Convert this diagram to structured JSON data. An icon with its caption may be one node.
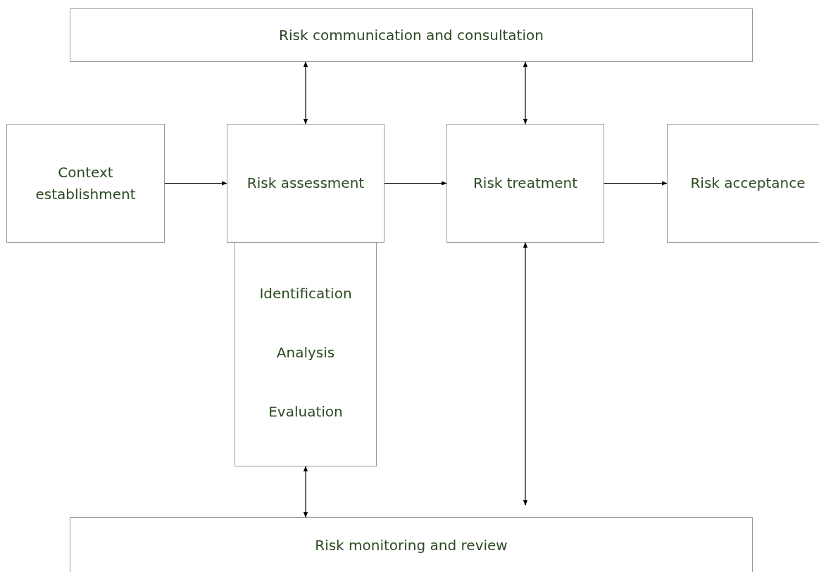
{
  "diagram": {
    "nodes": [
      {
        "text": [
          "Risk communication and consultation"
        ]
      },
      {
        "text": [
          "Context establishment"
        ]
      },
      {
        "text": [
          "Risk assessment"
        ]
      },
      {
        "text": [
          "Risk treatment"
        ]
      },
      {
        "text": [
          "Risk acceptance"
        ]
      },
      {
        "text": [
          "Identification",
          "Analysis",
          "Evaluation"
        ]
      },
      {
        "text": [
          "Risk monitoring and review"
        ]
      }
    ],
    "edges": [
      {
        "from": 0,
        "to": 2,
        "arrow": "both"
      },
      {
        "from": 0,
        "to": 3,
        "arrow": "both"
      },
      {
        "from": 1,
        "to": 2,
        "arrow": "to"
      },
      {
        "from": 2,
        "to": 3,
        "arrow": "to"
      },
      {
        "from": 3,
        "to": 4,
        "arrow": "to"
      },
      {
        "from": 5,
        "to": 6,
        "arrow": "both"
      },
      {
        "from": 3,
        "to": 6,
        "arrow": "both"
      }
    ]
  }
}
